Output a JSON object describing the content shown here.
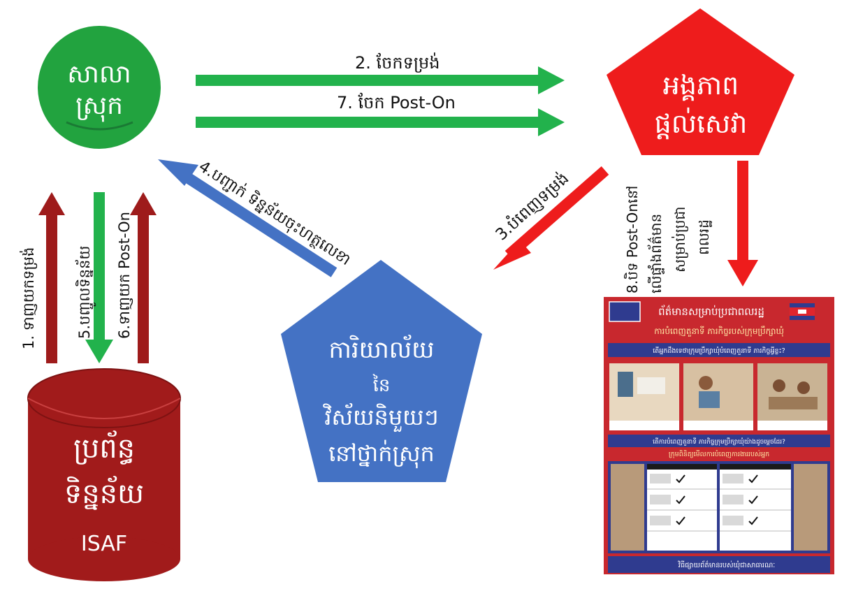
{
  "nodes": {
    "district_hall": {
      "label_line1": "សាលា",
      "label_line2": "ស្រុក",
      "color": "#22a33f"
    },
    "service_unit": {
      "label_line1": "អង្គភាព",
      "label_line2": "ផ្តល់សេវា",
      "color": "#ee1c1c"
    },
    "district_office": {
      "label_line1": "ការិយាល័យ",
      "label_line2": "នៃ",
      "label_line3": "វិស័យនិមួយៗ",
      "label_line4": "នៅថ្នាក់ស្រុក",
      "color": "#4472c4"
    },
    "isaf_db": {
      "label_line1": "ប្រព័ន្ធ",
      "label_line2": "ទិន្នន័យ",
      "label_line3": "ISAF",
      "color": "#a11b1b"
    }
  },
  "arrows": {
    "a2": {
      "label": "2. ចែកទម្រង់",
      "color": "#22b24c"
    },
    "a7": {
      "label": "7. ចែក Post-On",
      "color": "#22b24c"
    },
    "a3": {
      "label": "3.បំពេញទម្រង់",
      "color": "#ee1c1c"
    },
    "a4": {
      "label": "4.បញ្ជាក់ ទិន្នន័យចុះហត្ថលេខា",
      "color": "#4472c4"
    },
    "a8": {
      "label_line1": "8.បិទ Post-Onនៅ",
      "label_line2": "លើផ្ទាំងព័ត៌មាន",
      "label_line3": "សម្រាប់ប្រជា",
      "label_line4": "ពលរដ្ឋ",
      "color": "#ee1c1c"
    },
    "a1": {
      "label": "1. ទាញយកទម្រង់",
      "color": "#9e1b1b"
    },
    "a5": {
      "label": "5.បញ្ចូលទិន្នន័យ",
      "color": "#22b24c"
    },
    "a6": {
      "label": "6.ទាញយក Post-On",
      "color": "#9e1b1b"
    }
  },
  "poster": {
    "header_title": "ព័ត៌មានសម្រាប់ប្រជាពលរដ្ឋ",
    "subtitle": "ការបំពេញតួនាទី ភារកិច្ចរបស់ក្រុមប្រឹក្សាឃុំ",
    "section1": "តើអ្នកដឹងទេថាក្រុមប្រឹក្សាឃុំបំពេញតួនាទី ភារកិច្ចអ្វីខ្លះ?",
    "section2": "តើការបំពេញតួនាទី ភារកិច្ចក្រុមប្រឹក្សាឃុំយ៉ាងដូចម្តេចដែរ?",
    "section2_sub": "ក្រុមពិនិត្យមើលការបំពេញការងាររបស់អ្នក",
    "footer_title": "វិធីផ្សាយព័ត៌មានរបស់ឃុំជាសាធារណៈ",
    "bg_color": "#c8282e",
    "band_color": "#2f3b8f"
  }
}
